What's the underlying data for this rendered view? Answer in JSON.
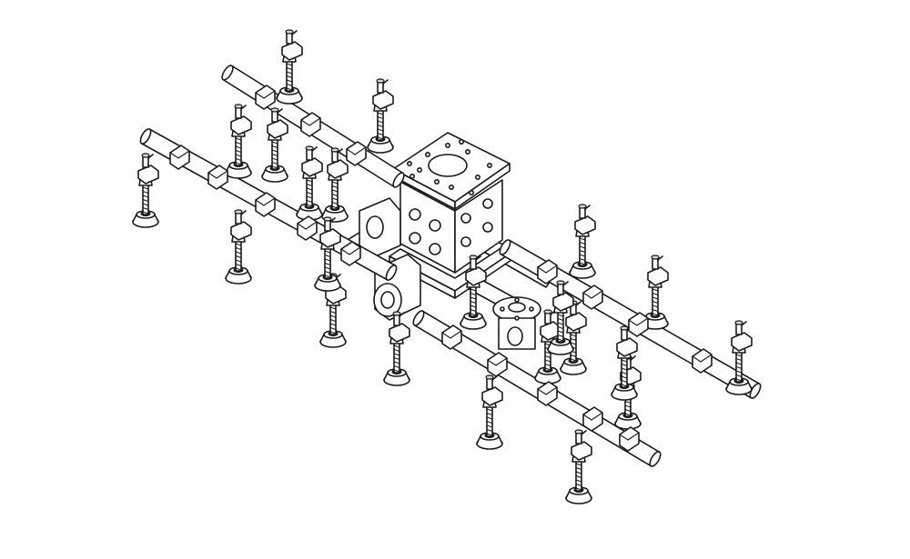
{
  "figure": {
    "subject": "vacuum-gripper-frame",
    "style": "isometric-line-drawing",
    "line_color": "#1a1a1a",
    "background_color": "#ffffff",
    "suction_cup_count": 22
  }
}
